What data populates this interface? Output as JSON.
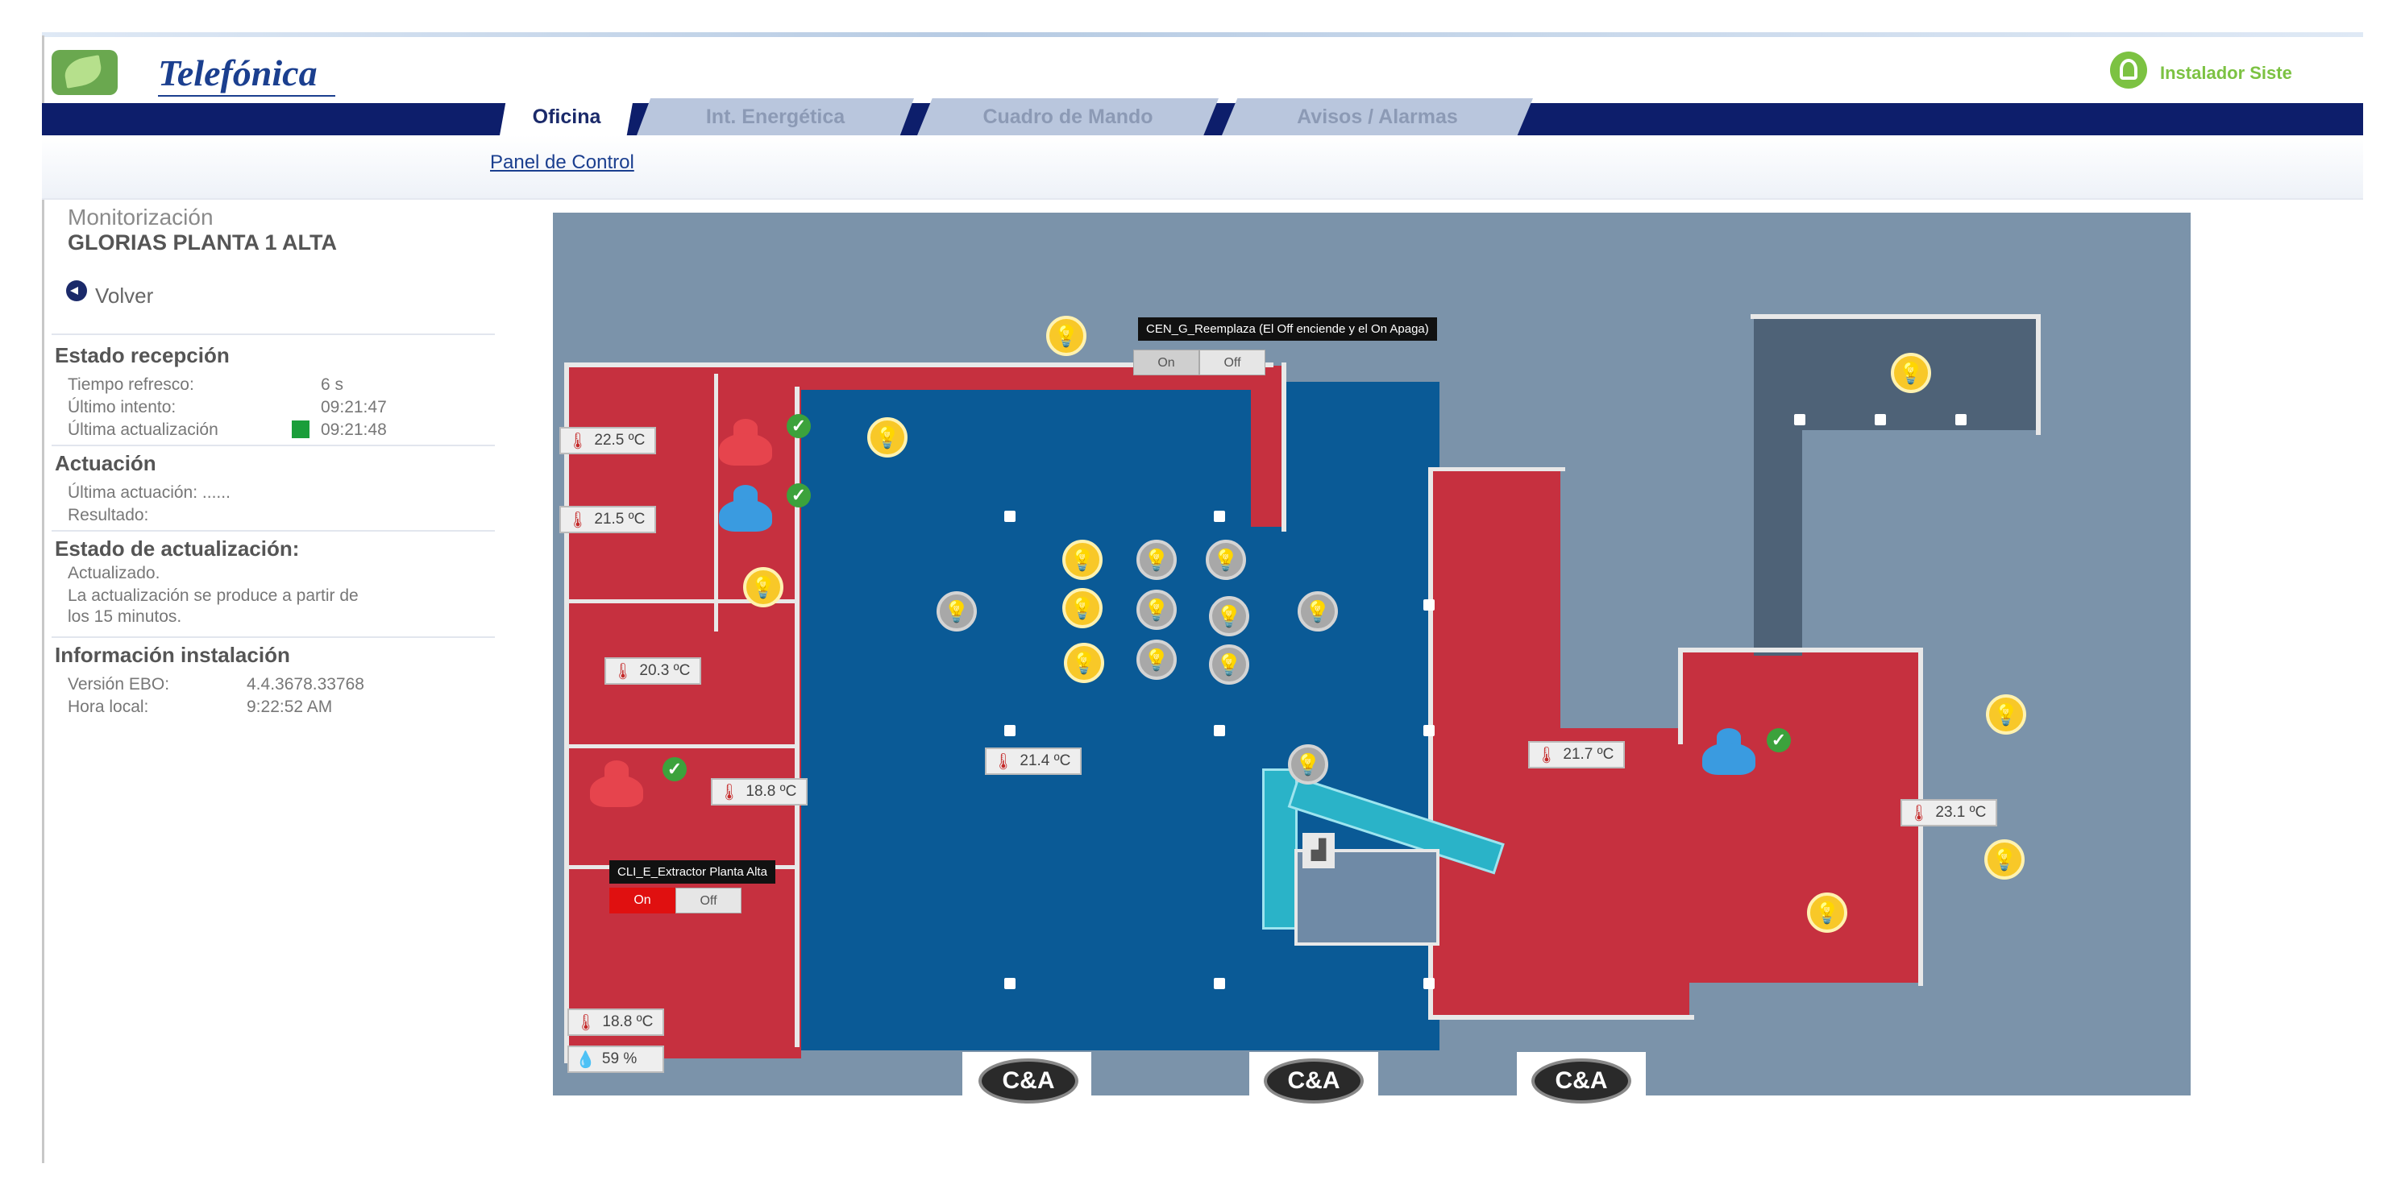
{
  "header": {
    "brand": "Telefónica",
    "user": "Instalador Siste",
    "tabs": [
      {
        "label": "Oficina",
        "active": true
      },
      {
        "label": "Int. Energética",
        "active": false
      },
      {
        "label": "Cuadro de Mando",
        "active": false
      },
      {
        "label": "Avisos / Alarmas",
        "active": false
      }
    ],
    "subnav_link": "Panel de Control"
  },
  "panel": {
    "section_label": "Monitorización",
    "location": "GLORIAS PLANTA 1 ALTA",
    "back_label": "Volver",
    "reception": {
      "title": "Estado recepción",
      "rows": [
        {
          "label": "Tiempo refresco:",
          "value": "6 s"
        },
        {
          "label": "Último intento:",
          "value": "09:21:47"
        },
        {
          "label": "Última actualización",
          "value": "09:21:48"
        }
      ]
    },
    "actuation": {
      "title": "Actuación",
      "rows": [
        {
          "label": "Última actuación: ......"
        },
        {
          "label": "Resultado:"
        }
      ]
    },
    "update": {
      "title": "Estado de actualización:",
      "lines": [
        "Actualizado.",
        "La actualización se produce a partir de",
        "los 15 minutos."
      ]
    },
    "install": {
      "title": "Información instalación",
      "rows": [
        {
          "label": "Versión EBO:",
          "value": "4.4.3678.33768"
        },
        {
          "label": "Hora local:",
          "value": "9:22:52 AM"
        }
      ]
    }
  },
  "plan": {
    "tooltip_top": "CEN_G_Reemplaza (El Off enciende y el On Apaga)",
    "tooltip_bottom": "CLI_E_Extractor Planta Alta",
    "toggle_on": "On",
    "toggle_off": "Off",
    "temps": [
      "22.5 ºC",
      "21.5 ºC",
      "20.3 ºC",
      "18.8 ºC",
      "21.4 ºC",
      "21.7 ºC",
      "23.1 ºC",
      "18.8 ºC"
    ],
    "humidity": "59 %",
    "brand_logo": "C&A",
    "colors": {
      "office": "#c6303f",
      "open_space": "#0a5a96",
      "exterior": "#7b93aa",
      "lamp_on": "#f8c828",
      "lamp_off": "#a8a8a8"
    }
  }
}
